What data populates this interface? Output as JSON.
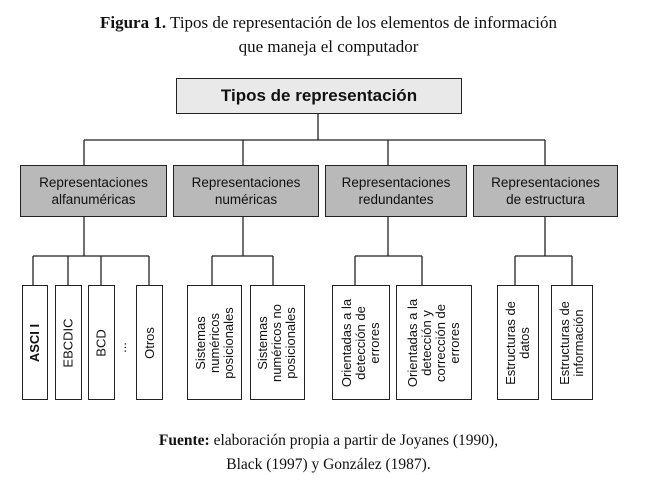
{
  "caption": {
    "label": "Figura 1.",
    "title_line1": "Tipos de representación de los elementos de información",
    "title_line2": "que maneja el computador"
  },
  "diagram": {
    "root": "Tipos de representación",
    "categories": [
      {
        "line1": "Representaciones",
        "line2": "alfanuméricas",
        "leaves": [
          {
            "lines": [
              "ASCI I"
            ],
            "bold": true
          },
          {
            "lines": [
              "EBCDIC"
            ]
          },
          {
            "lines": [
              "BCD"
            ]
          },
          {
            "lines": [
              "Otros"
            ]
          }
        ],
        "ellipsis": "..."
      },
      {
        "line1": "Representaciones",
        "line2": "numéricas",
        "leaves": [
          {
            "lines": [
              "Sistemas",
              "numéricos",
              "posicionales"
            ]
          },
          {
            "lines": [
              "Sistemas",
              "numéricos no",
              "posicionales"
            ]
          }
        ]
      },
      {
        "line1": "Representaciones",
        "line2": "redundantes",
        "leaves": [
          {
            "lines": [
              "Orientadas a la",
              "detección de",
              "errores"
            ]
          },
          {
            "lines": [
              "Orientadas a la",
              "detección y",
              "corrección de",
              "errores"
            ]
          }
        ]
      },
      {
        "line1": "Representaciones",
        "line2": "de estructura",
        "leaves": [
          {
            "lines": [
              "Estructuras de",
              "datos"
            ]
          },
          {
            "lines": [
              "Estructuras de",
              "información"
            ]
          }
        ]
      }
    ]
  },
  "source": {
    "label": "Fuente:",
    "line1": "elaboración propia a partir de Joyanes (1990),",
    "line2": "Black (1997) y González (1987)."
  }
}
